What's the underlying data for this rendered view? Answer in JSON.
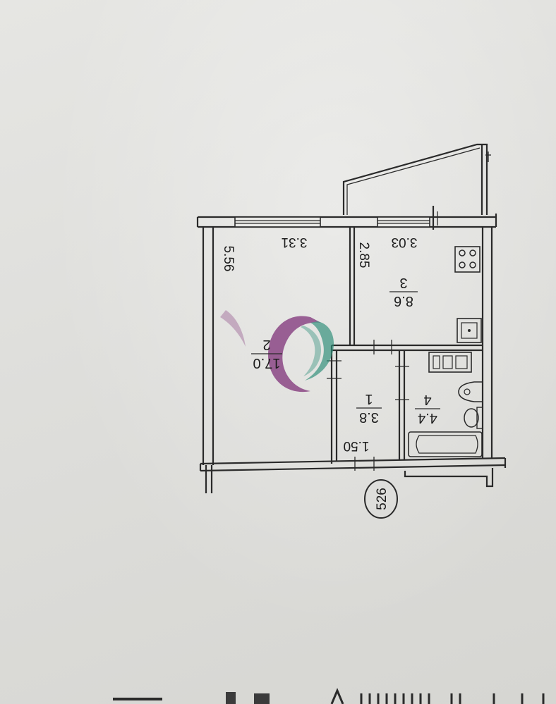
{
  "plan": {
    "apartment_number": "526",
    "dimensions": {
      "room2_length": "5.56",
      "room2_width": "3.31",
      "kitchen_width": "3.03",
      "kitchen_depth": "2.85",
      "hall_width": "1.50"
    },
    "rooms": [
      {
        "number": "1",
        "area": "3.8"
      },
      {
        "number": "2",
        "area": "17.0"
      },
      {
        "number": "3",
        "area": "8.6"
      },
      {
        "number": "4",
        "area": "4.4"
      }
    ]
  },
  "colors": {
    "watermark_purple": "#7b2a74",
    "watermark_teal": "#2f8f7a",
    "wall": "#2a2a2a",
    "paper": "#e2e2df"
  }
}
